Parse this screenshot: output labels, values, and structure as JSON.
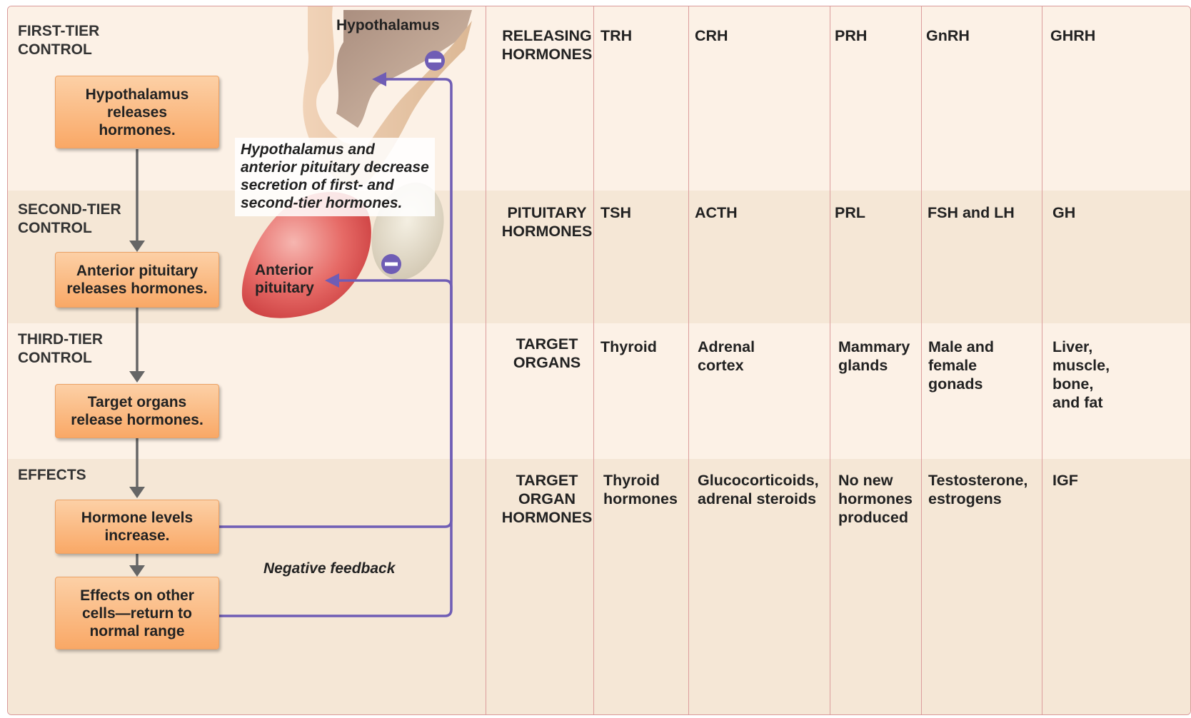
{
  "tiers": {
    "first": "FIRST-TIER\nCONTROL",
    "second": "SECOND-TIER\nCONTROL",
    "third": "THIRD-TIER\nCONTROL",
    "effects": "EFFECTS"
  },
  "flow_boxes": {
    "hypothalamus": "Hypothalamus\nreleases\nhormones.",
    "pituitary": "Anterior pituitary\nreleases hormones.",
    "target": "Target organs\nrelease hormones.",
    "levels": "Hormone levels\nincrease.",
    "effects": "Effects on other\ncells—return to\nnormal range"
  },
  "anatomy": {
    "hypothalamus_label": "Hypothalamus",
    "pituitary_label": "Anterior\npituitary",
    "feedback_note": "Hypothalamus and\nanterior pituitary decrease\nsecretion of first- and\nsecond-tier hormones.",
    "negative_feedback": "Negative feedback"
  },
  "table": {
    "row_labels": {
      "releasing": "RELEASING\nHORMONES",
      "pituitary": "PITUITARY\nHORMONES",
      "target_organs": "TARGET\nORGANS",
      "target_organ_hormones": "TARGET\nORGAN\nHORMONES"
    },
    "columns": [
      {
        "releasing": "TRH",
        "pituitary": "TSH",
        "organ": "Thyroid",
        "organ_hormone": "Thyroid\nhormones"
      },
      {
        "releasing": "CRH",
        "pituitary": "ACTH",
        "organ": "Adrenal\ncortex",
        "organ_hormone": "Glucocorticoids,\nadrenal steroids"
      },
      {
        "releasing": "PRH",
        "pituitary": "PRL",
        "organ": "Mammary\nglands",
        "organ_hormone": "No new\nhormones\nproduced"
      },
      {
        "releasing": "GnRH",
        "pituitary": "FSH and LH",
        "organ": "Male and\nfemale\ngonads",
        "organ_hormone": "Testosterone,\nestrogens"
      },
      {
        "releasing": "GHRH",
        "pituitary": "GH",
        "organ": "Liver,\nmuscle,\nbone,\nand fat",
        "organ_hormone": "IGF"
      }
    ]
  },
  "colors": {
    "feedback_line": "#6f5db5",
    "flow_arrow": "#666666",
    "box_fill": "#f9a866",
    "pituitary_red": "#e04a4a"
  }
}
